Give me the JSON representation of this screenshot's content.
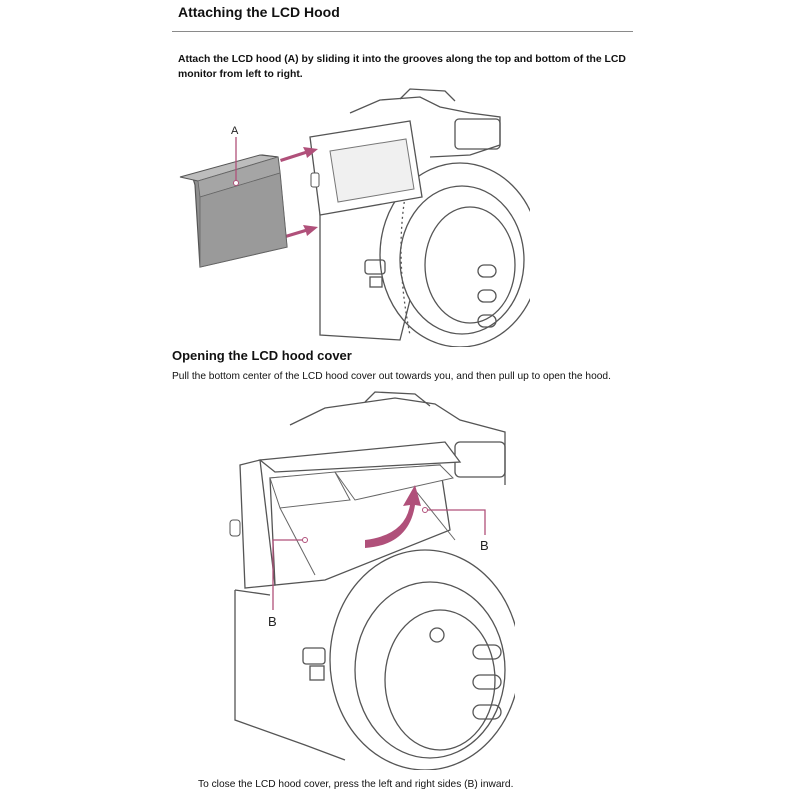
{
  "section": {
    "title": "Attaching the LCD Hood",
    "instruction": "Attach the LCD hood (A) by sliding it into the grooves along the top and bottom of the LCD monitor from left to right."
  },
  "figure1": {
    "callout_a": "A"
  },
  "subsection": {
    "title": "Opening the LCD hood cover",
    "instruction": "Pull the bottom center of the LCD hood cover out towards you, and then pull up to open the hood."
  },
  "figure2": {
    "callout_b_left": "B",
    "callout_b_right": "B"
  },
  "footnote": "To close the LCD hood cover, press the left and right sides (B) inward.",
  "colors": {
    "accent": "#b0507a",
    "hood_gray": "#8f8f8f",
    "line": "#555555"
  }
}
